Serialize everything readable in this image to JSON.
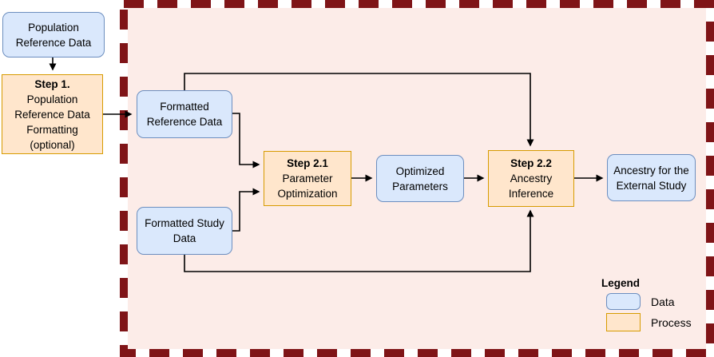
{
  "diagram": {
    "type": "flowchart",
    "colors": {
      "data_fill": "#DAE8FC",
      "data_stroke": "#6C8EBF",
      "process_fill": "#FFE6CC",
      "process_stroke": "#D79B00",
      "boundary_color": "#7F1417",
      "pipeline_fill": "#FCECE8",
      "connector": "#000000"
    },
    "nodes": {
      "population_reference_data": {
        "label": "Population Reference Data",
        "kind": "data"
      },
      "step_1": {
        "title": "Step 1.",
        "body": "Population Reference Data Formatting (optional)",
        "kind": "process"
      },
      "formatted_reference_data": {
        "label": "Formatted Reference Data",
        "kind": "data"
      },
      "formatted_study_data": {
        "label": "Formatted Study Data",
        "kind": "data"
      },
      "step_2_1": {
        "title": "Step 2.1",
        "body": "Parameter Optimization",
        "kind": "process"
      },
      "optimized_parameters": {
        "label": "Optimized Parameters",
        "kind": "data"
      },
      "step_2_2": {
        "title": "Step 2.2",
        "body": "Ancestry Inference",
        "kind": "process"
      },
      "ancestry_external_study": {
        "label": "Ancestry for the External Study",
        "kind": "data"
      }
    },
    "legend": {
      "title": "Legend",
      "items": [
        {
          "label": "Data",
          "swatch": "data"
        },
        {
          "label": "Process",
          "swatch": "process"
        }
      ]
    }
  }
}
